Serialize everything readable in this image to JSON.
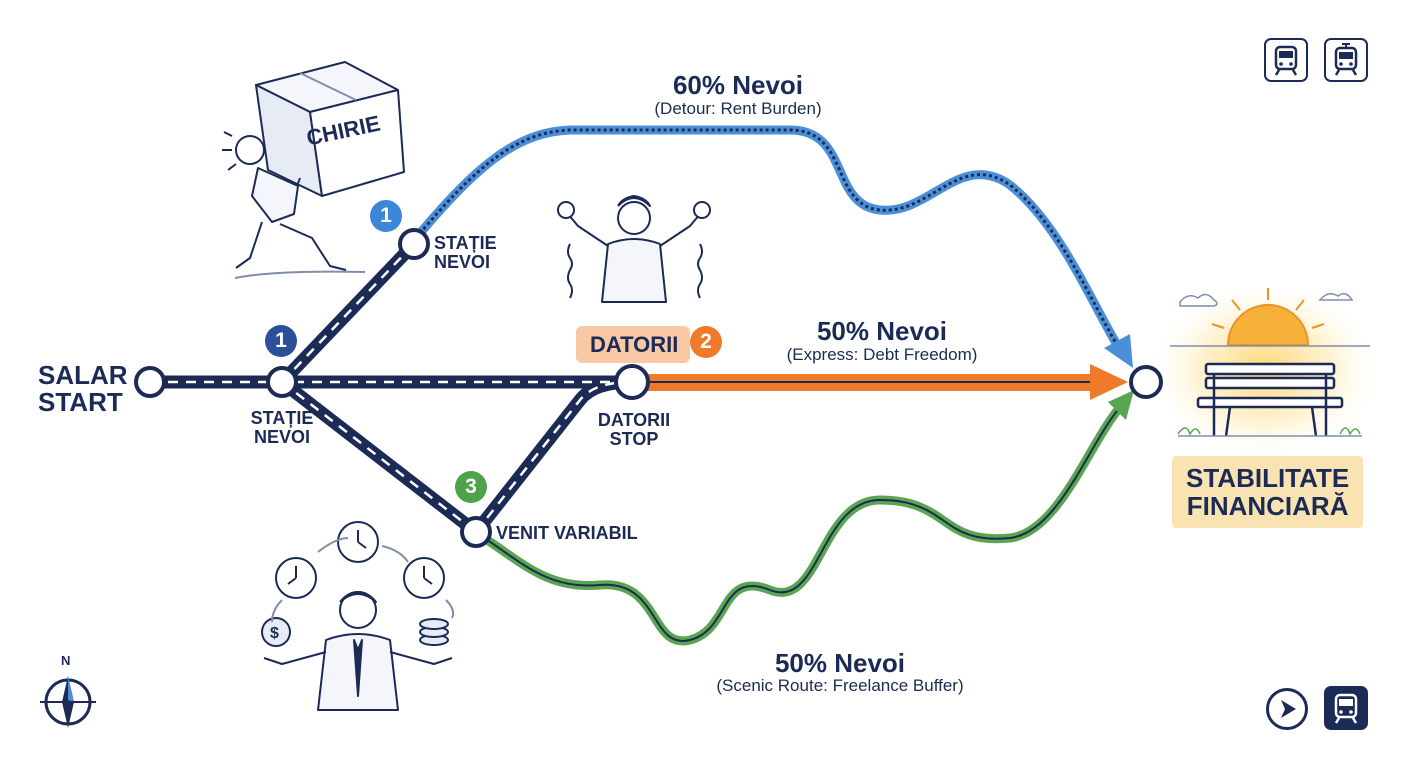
{
  "stations": {
    "start": "SALAR\nSTART",
    "nevoi_upper": "STAȚIE\nNEVOI",
    "nevoi_lower": "STAȚIE\nNEVOI",
    "datorii_stop": "DATORII\nSTOP",
    "venit_variabil": "VENIT VARIABIL",
    "stabilitate": "STABILITATE\nFINANCIARĂ"
  },
  "illustrations": {
    "box_label": "CHIRIE",
    "datorii_tag": "DATORII",
    "compass_n": "N"
  },
  "routes": {
    "blue": {
      "title": "60% Nevoi",
      "subtitle": "(Detour: Rent Burden)",
      "color": "#4a8fd8"
    },
    "orange": {
      "title": "50% Nevoi",
      "subtitle": "(Express: Debt Freedom)",
      "color": "#ee7a2a"
    },
    "green": {
      "title": "50% Nevoi",
      "subtitle": "(Scenic Route: Freelance Buffer)",
      "color": "#5aa650"
    }
  },
  "badges": {
    "b1_upper": "1",
    "b1_lower": "1",
    "b2": "2",
    "b3": "3"
  },
  "colors": {
    "navy": "#1c2b55",
    "badge_blue": "#3b86d6",
    "badge_navy": "#2c4f9a",
    "badge_orange": "#ee7a2a",
    "badge_green": "#4ea34a"
  },
  "icons": [
    "train-icon",
    "tram-icon",
    "play-arrow-icon",
    "train-icon",
    "compass-icon"
  ]
}
